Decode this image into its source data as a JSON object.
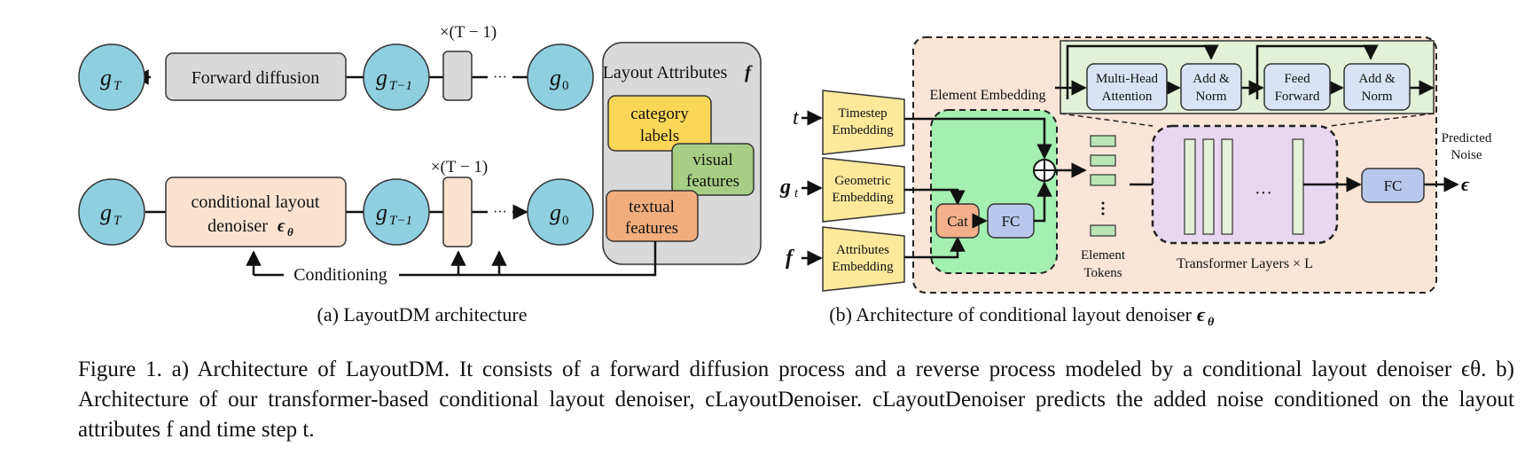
{
  "part_a": {
    "nodes": {
      "g_T": "g",
      "g_T_sub": "T",
      "g_Tm1": "g",
      "g_Tm1_sub": "T−1",
      "g_0": "g",
      "g_0_sub": "0"
    },
    "forward_diffusion": "Forward diffusion",
    "repeat_label": "×(T − 1)",
    "ellipsis": "···",
    "denoiser_line1": "conditional layout",
    "denoiser_line2": "denoiser",
    "denoiser_symbol": "ϵ",
    "denoiser_sub": "θ",
    "conditioning": "Conditioning",
    "layout_attributes": "Layout Attributes",
    "layout_attributes_symbol": "f",
    "category_line1": "category",
    "category_line2": "labels",
    "visual_line1": "visual",
    "visual_line2": "features",
    "textual_line1": "textual",
    "textual_line2": "features",
    "caption": "(a) LayoutDM architecture"
  },
  "part_b": {
    "input_t": "t",
    "input_g": "g",
    "input_g_sub": "t",
    "input_f": "f",
    "timestep_line1": "Timestep",
    "timestep_line2": "Embedding",
    "geometric_line1": "Geometric",
    "geometric_line2": "Embedding",
    "attributes_line1": "Attributes",
    "attributes_line2": "Embedding",
    "element_embedding": "Element Embedding",
    "cat": "Cat",
    "fc_small": "FC",
    "element_tokens_line1": "Element",
    "element_tokens_line2": "Tokens",
    "mha_line1": "Multi-Head",
    "mha_line2": "Attention",
    "addnorm1_line1": "Add &",
    "addnorm1_line2": "Norm",
    "ff_line1": "Feed",
    "ff_line2": "Forward",
    "addnorm2_line1": "Add &",
    "addnorm2_line2": "Norm",
    "transformer_layers": "Transformer Layers × L",
    "predicted_line1": "Predicted",
    "predicted_line2": "Noise",
    "fc_out": "FC",
    "epsilon": "ϵ",
    "ellipsis": "···",
    "caption": "(b) Architecture of conditional layout denoiser",
    "caption_symbol": "ϵ",
    "caption_sub": "θ"
  },
  "caption": {
    "text": "Figure 1. a) Architecture of LayoutDM. It consists of a forward diffusion process and a reverse process modeled by a conditional layout denoiser ϵθ. b) Architecture of our transformer-based conditional layout denoiser, cLayoutDenoiser. cLayoutDenoiser predicts the added noise conditioned on the layout attributes f and time step t."
  },
  "colors": {
    "node_blue": "#8ecfe0",
    "gray_box": "#d9d9d9",
    "peach_box": "#fbe3d0",
    "yellow": "#fcd757",
    "green_feat": "#a6cf85",
    "orange_feat": "#f2ad7c",
    "emb_yellow": "#fde99c",
    "emb_green": "#a3f0b0",
    "cat_orange": "#f4b08a",
    "fc_blue": "#b8c8ec",
    "transformer_green_bg": "#e3f1d8",
    "block_blue": "#d9e3f5",
    "purple_bg": "#e8d8ef",
    "outer_peach": "#fbe5d6"
  }
}
